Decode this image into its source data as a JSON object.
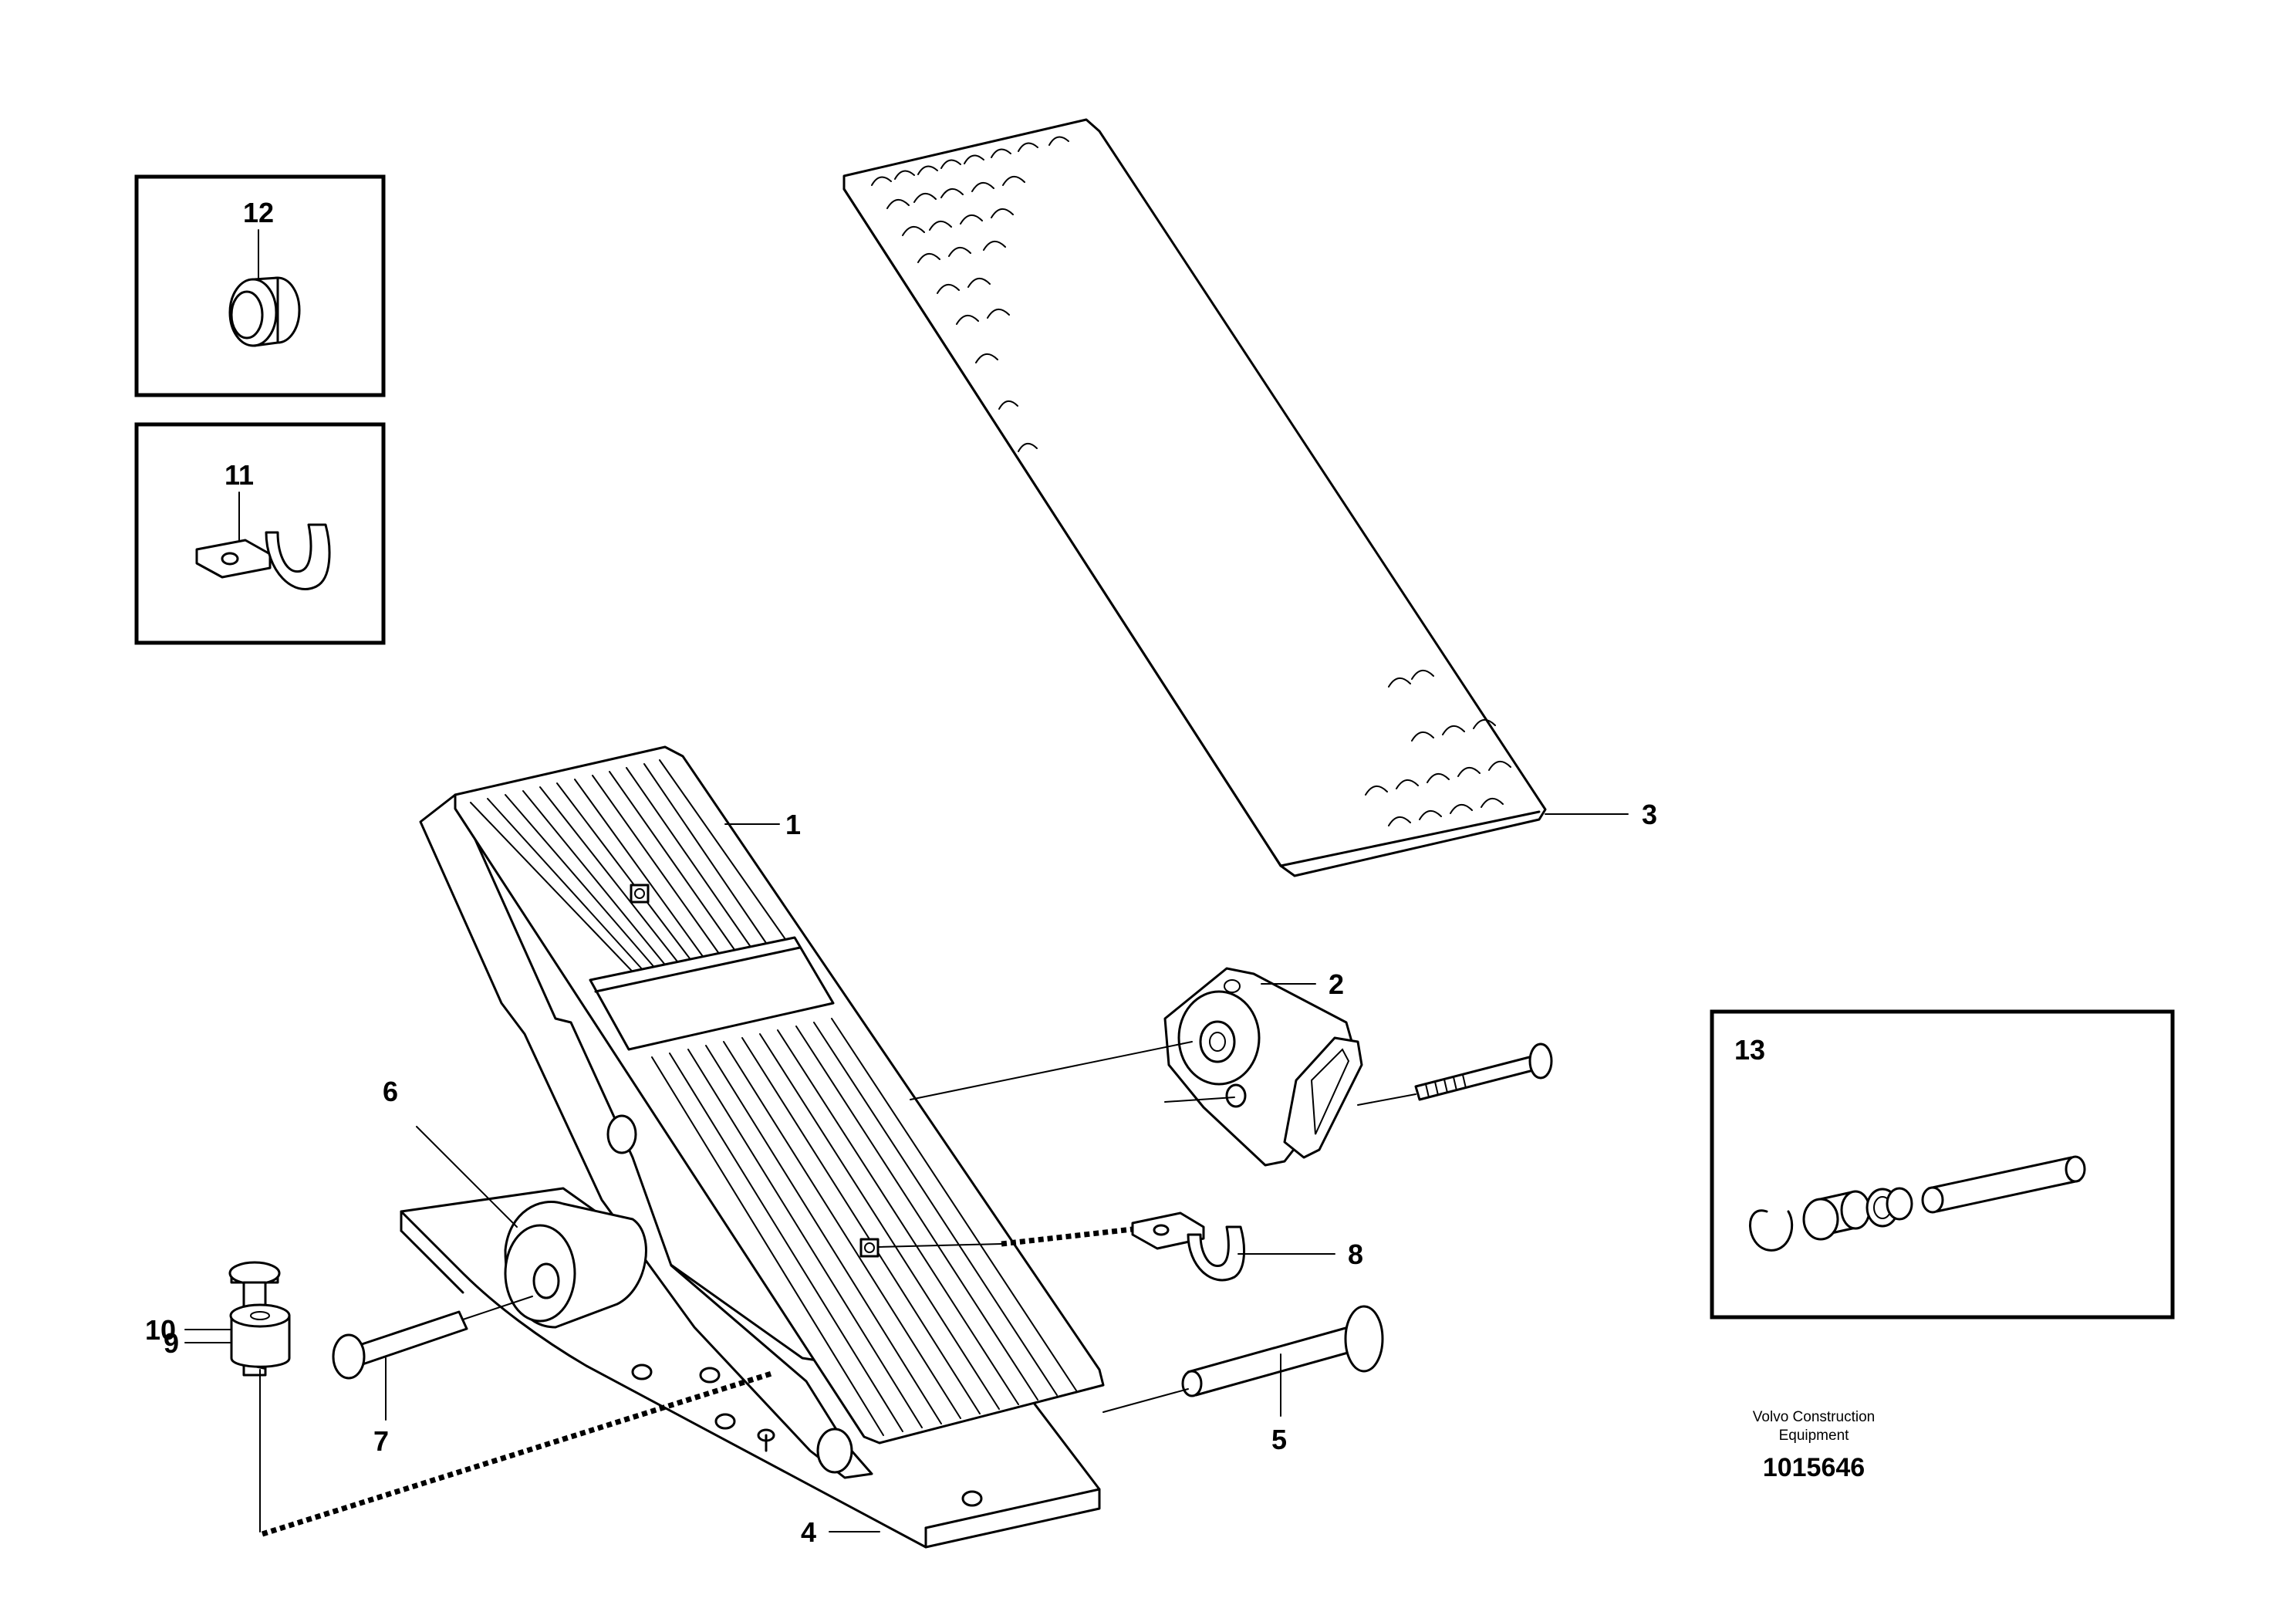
{
  "callouts": {
    "c1": "1",
    "c2": "2",
    "c3": "3",
    "c4": "4",
    "c5": "5",
    "c6": "6",
    "c7": "7",
    "c8": "8",
    "c9": "9",
    "c10": "10",
    "c11": "11",
    "c12": "12",
    "c13": "13"
  },
  "footer": {
    "brand_line1": "Volvo Construction",
    "brand_line2": "Equipment",
    "drawing_number": "1015646"
  }
}
